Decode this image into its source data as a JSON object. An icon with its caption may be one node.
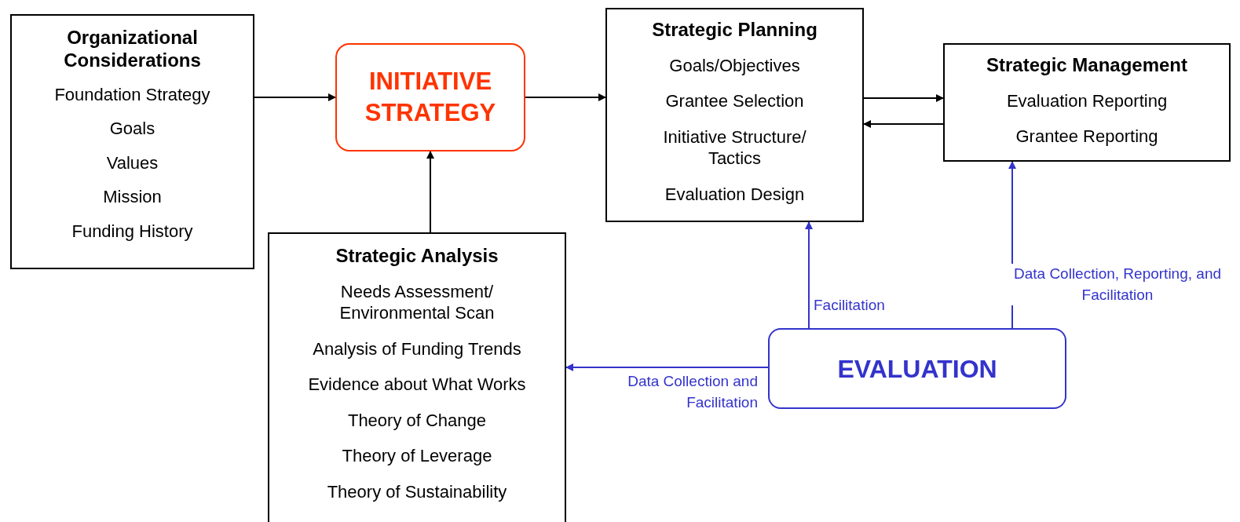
{
  "diagram": {
    "nodes": [
      {
        "text": [
          "Organizational Considerations",
          "Foundation Strategy",
          "Goals",
          "Values",
          "Mission",
          "Funding History"
        ]
      },
      {
        "text": [
          "INITIATIVE STRATEGY"
        ]
      },
      {
        "text": [
          "Strategic Planning",
          "Goals/Objectives",
          "Grantee Selection",
          "Initiative Structure/ Tactics",
          "Evaluation Design"
        ]
      },
      {
        "text": [
          "Strategic Management",
          "Evaluation Reporting",
          "Grantee Reporting"
        ]
      },
      {
        "text": [
          "Strategic Analysis",
          "Needs Assessment/ Environmental Scan",
          "Analysis of Funding Trends",
          "Evidence about What Works",
          "Theory of Change",
          "Theory of Leverage",
          "Theory of Sustainability"
        ]
      },
      {
        "text": [
          "EVALUATION"
        ]
      }
    ],
    "edges": [
      {
        "from": 0,
        "to": 1,
        "arrow": "to"
      },
      {
        "from": 1,
        "to": 2,
        "arrow": "to"
      },
      {
        "from": 2,
        "to": 3,
        "arrow": "to"
      },
      {
        "from": 3,
        "to": 2,
        "arrow": "to"
      },
      {
        "from": 4,
        "to": 1,
        "arrow": "to"
      },
      {
        "from": 5,
        "to": 4,
        "arrow": "to",
        "label": "Data Collection and Facilitation",
        "color": "#3333cc"
      },
      {
        "from": 5,
        "to": 2,
        "arrow": "to",
        "label": "Facilitation",
        "color": "#3333cc"
      },
      {
        "from": 5,
        "to": 3,
        "arrow": "to",
        "label": "Data Collection, Reporting, and Facilitation",
        "color": "#3333cc"
      }
    ]
  }
}
